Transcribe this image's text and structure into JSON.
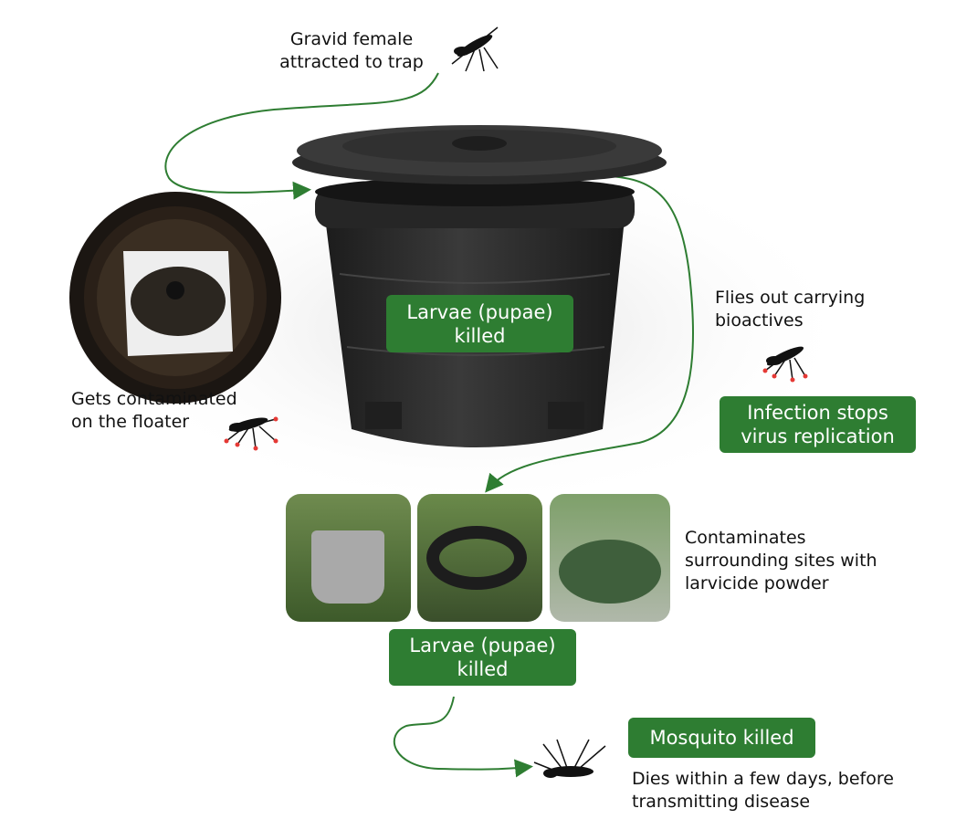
{
  "labels": {
    "gravid": "Gravid female\nattracted to trap",
    "flies_out": "Flies out carrying\nbioactives",
    "contaminated": "Gets contaminated\non the floater",
    "contaminates_sites": "Contaminates\nsurrounding sites with\nlarvicide powder",
    "dies": "Dies within a few days, before\ntransmitting disease"
  },
  "badges": {
    "larvae_trap": "Larvae (pupae)\nkilled",
    "infection": "Infection stops\nvirus replication",
    "larvae_sites": "Larvae (pupae)\nkilled",
    "mosquito_killed": "Mosquito killed"
  },
  "colors": {
    "badge_green": "#2e7d32",
    "arrow_green": "#2e7d32",
    "trap_black": "#2b2b2b",
    "contamination_red": "#e53935"
  }
}
